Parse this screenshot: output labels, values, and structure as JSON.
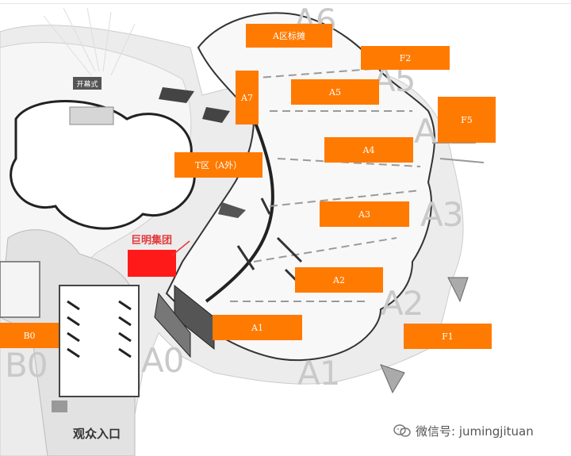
{
  "title_tag": "A区标摊",
  "booth_tags": {
    "a7": "A7",
    "a5": "A5",
    "a4": "A4",
    "t": "T区（A外）",
    "a3": "A3",
    "a2": "A2",
    "a1": "A1",
    "b0": "B0",
    "f2": "F2",
    "f5": "F5",
    "f1": "F1"
  },
  "zone_labels": {
    "a6": "A6",
    "a5": "A5",
    "a4": "A4",
    "a3": "A3",
    "a2": "A2",
    "a1": "A1",
    "a0": "A0",
    "b0": "B0"
  },
  "company_label": "巨明集团",
  "entrance_label": "观众入口",
  "opening_label": "开幕式",
  "watermark": "微信号: jumingjituan",
  "colors": {
    "tag": "#ff7a00",
    "highlight": "#ff1a1a",
    "company_text": "#e4383a",
    "zone_text": "#c9c9c9"
  }
}
